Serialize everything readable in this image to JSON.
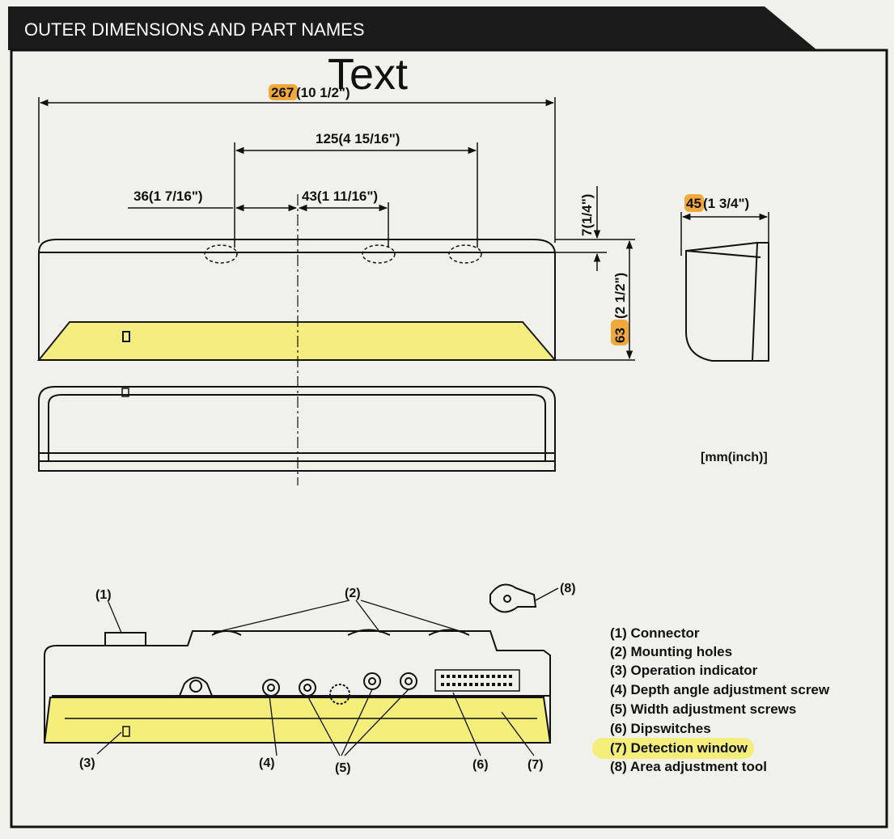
{
  "header": {
    "title": "OUTER DIMENSIONS AND PART NAMES"
  },
  "overlay_text": "Text",
  "dimensions": {
    "overall_width": {
      "mm": "267",
      "inch": "(10 1/2\")"
    },
    "hole_span": "125(4 15/16\")",
    "left_offset": "36(1 7/16\")",
    "center_offset": "43(1 11/16\")",
    "top_offset": "7(1/4\")",
    "height": {
      "mm": "63",
      "inch": "(2 1/2\")"
    },
    "depth": {
      "mm": "45",
      "inch": "(1 3/4\")"
    }
  },
  "units_note": "[mm(inch)]",
  "callouts": [
    "(1)",
    "(2)",
    "(3)",
    "(4)",
    "(5)",
    "(6)",
    "(7)",
    "(8)"
  ],
  "legend": [
    "(1) Connector",
    "(2) Mounting holes",
    "(3) Operation indicator",
    "(4) Depth angle adjustment screw",
    "(5) Width adjustment screws",
    "(6) Dipswitches",
    "(7) Detection window",
    "(8) Area adjustment tool"
  ],
  "colors": {
    "highlight_yellow": "#f4ee7a",
    "highlight_orange": "#f2a93b",
    "header_bg": "#1b1b1b"
  }
}
